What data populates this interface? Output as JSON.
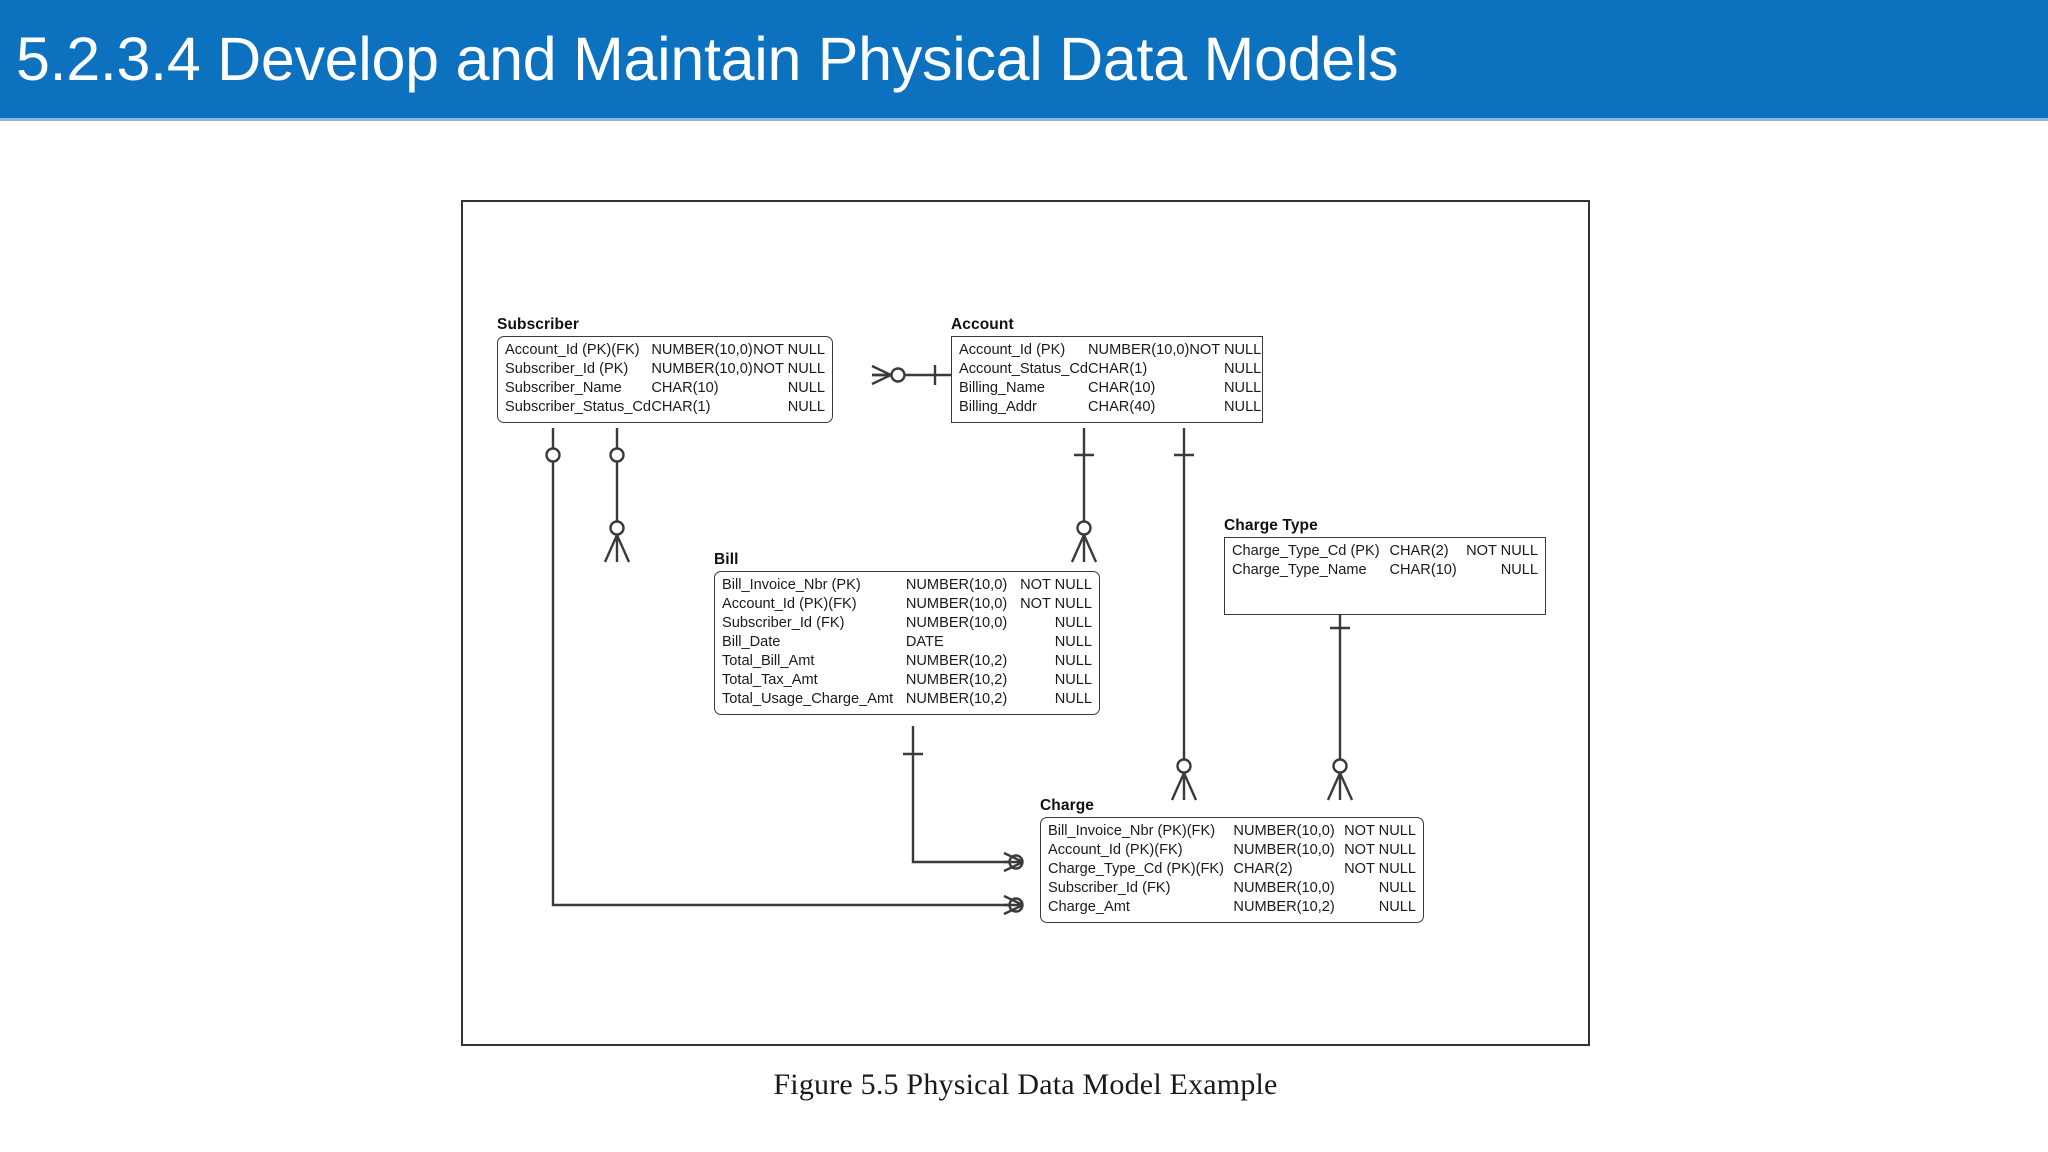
{
  "header": {
    "title": "5.2.3.4 Develop and Maintain Physical Data Models",
    "background_color": "#0c71bf",
    "text_color": "#ffffff"
  },
  "figure": {
    "caption": "Figure 5.5 Physical Data Model Example",
    "frame_color": "#333333"
  },
  "colors": {
    "key_red": "#e8382c",
    "foreign_blue": "#2b30d8",
    "normal_black": "#1a1a1a",
    "line": "#3a3a3a"
  },
  "diagram": {
    "type": "entity-relationship-diagram",
    "notation": "crows-foot",
    "entities": [
      {
        "id": "subscriber",
        "name": "Subscriber",
        "attributes": [
          {
            "name": "Account_Id (PK)(FK)",
            "type": "NUMBER(10,0)",
            "nullability": "NOT NULL",
            "color": "red"
          },
          {
            "name": "Subscriber_Id (PK)",
            "type": "NUMBER(10,0)",
            "nullability": "NOT NULL",
            "color": "black"
          },
          {
            "name": "Subscriber_Name",
            "type": "CHAR(10)",
            "nullability": "NULL",
            "color": "black"
          },
          {
            "name": "Subscriber_Status_Cd",
            "type": "CHAR(1)",
            "nullability": "NULL",
            "color": "black"
          }
        ]
      },
      {
        "id": "account",
        "name": "Account",
        "attributes": [
          {
            "name": "Account_Id (PK)",
            "type": "NUMBER(10,0)",
            "nullability": "NOT NULL",
            "color": "black"
          },
          {
            "name": "Account_Status_Cd",
            "type": "CHAR(1)",
            "nullability": "NULL",
            "color": "black"
          },
          {
            "name": "Billing_Name",
            "type": "CHAR(10)",
            "nullability": "NULL",
            "color": "black"
          },
          {
            "name": "Billing_Addr",
            "type": "CHAR(40)",
            "nullability": "NULL",
            "color": "black"
          }
        ]
      },
      {
        "id": "bill",
        "name": "Bill",
        "attributes": [
          {
            "name": "Bill_Invoice_Nbr (PK)",
            "type": "NUMBER(10,0)",
            "nullability": "NOT NULL",
            "color": "black"
          },
          {
            "name": "Account_Id (PK)(FK)",
            "type": "NUMBER(10,0)",
            "nullability": "NOT NULL",
            "color": "red"
          },
          {
            "name": "Subscriber_Id (FK)",
            "type": "NUMBER(10,0)",
            "nullability": "NULL",
            "color": "blue"
          },
          {
            "name": "Bill_Date",
            "type": "DATE",
            "nullability": "NULL",
            "color": "black"
          },
          {
            "name": "Total_Bill_Amt",
            "type": "NUMBER(10,2)",
            "nullability": "NULL",
            "color": "black"
          },
          {
            "name": "Total_Tax_Amt",
            "type": "NUMBER(10,2)",
            "nullability": "NULL",
            "color": "black"
          },
          {
            "name": "Total_Usage_Charge_Amt",
            "type": "NUMBER(10,2)",
            "nullability": "NULL",
            "color": "black"
          }
        ]
      },
      {
        "id": "chargetype",
        "name": "Charge Type",
        "attributes": [
          {
            "name": "Charge_Type_Cd (PK)",
            "type": "CHAR(2)",
            "nullability": "NOT NULL",
            "color": "black"
          },
          {
            "name": "Charge_Type_Name",
            "type": "CHAR(10)",
            "nullability": "NULL",
            "color": "black"
          }
        ]
      },
      {
        "id": "charge",
        "name": "Charge",
        "attributes": [
          {
            "name": "Bill_Invoice_Nbr (PK)(FK)",
            "type": "NUMBER(10,0)",
            "nullability": "NOT NULL",
            "color": "red"
          },
          {
            "name": "Account_Id (PK)(FK)",
            "type": "NUMBER(10,0)",
            "nullability": "NOT NULL",
            "color": "red"
          },
          {
            "name": "Charge_Type_Cd (PK)(FK)",
            "type": "CHAR(2)",
            "nullability": "NOT NULL",
            "color": "red"
          },
          {
            "name": "Subscriber_Id (FK)",
            "type": "NUMBER(10,0)",
            "nullability": "NULL",
            "color": "blue"
          },
          {
            "name": "Charge_Amt",
            "type": "NUMBER(10,2)",
            "nullability": "NULL",
            "color": "black"
          }
        ]
      }
    ],
    "relationships": [
      {
        "from": "account",
        "to": "subscriber",
        "from_cardinality": "one",
        "to_cardinality": "zero-or-many"
      },
      {
        "from": "subscriber",
        "to": "bill",
        "from_cardinality": "zero-or-one",
        "to_cardinality": "zero-or-many"
      },
      {
        "from": "account",
        "to": "bill",
        "from_cardinality": "one",
        "to_cardinality": "zero-or-many"
      },
      {
        "from": "account",
        "to": "charge",
        "from_cardinality": "one",
        "to_cardinality": "zero-or-many"
      },
      {
        "from": "chargetype",
        "to": "charge",
        "from_cardinality": "one",
        "to_cardinality": "zero-or-many"
      },
      {
        "from": "bill",
        "to": "charge",
        "from_cardinality": "one",
        "to_cardinality": "zero-or-many"
      },
      {
        "from": "subscriber",
        "to": "charge",
        "from_cardinality": "zero-or-one",
        "to_cardinality": "zero-or-many"
      }
    ]
  }
}
